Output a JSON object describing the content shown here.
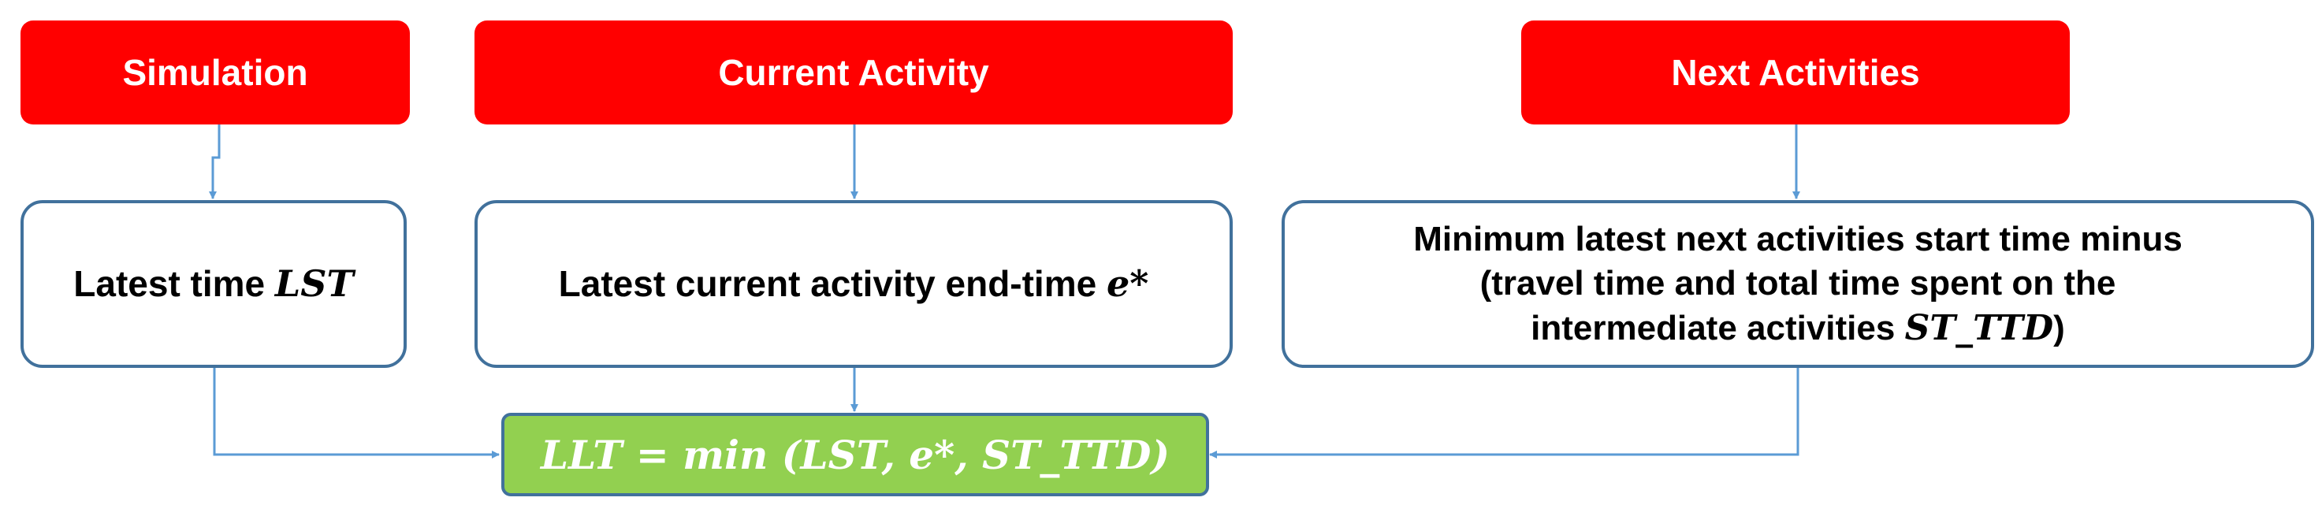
{
  "headers": {
    "simulation": "Simulation",
    "current_activity": "Current Activity",
    "next_activities": "Next Activities"
  },
  "boxes": {
    "latest_time": {
      "text": "Latest time ",
      "var": "LST"
    },
    "current_end": {
      "text": "Latest current activity end-time ",
      "var": "e*"
    },
    "next_start": {
      "line1": "Minimum latest next activities start time minus",
      "line2": "(travel time and total time spent on the",
      "line3": "intermediate activities ",
      "var": "ST_TTD",
      "close": ")"
    }
  },
  "formula": "LLT = min (LST, e*, ST_TTD)",
  "colors": {
    "header_fill": "#ff0000",
    "box_border": "#41719c",
    "formula_fill": "#92d050",
    "connector": "#5b9bd5"
  }
}
